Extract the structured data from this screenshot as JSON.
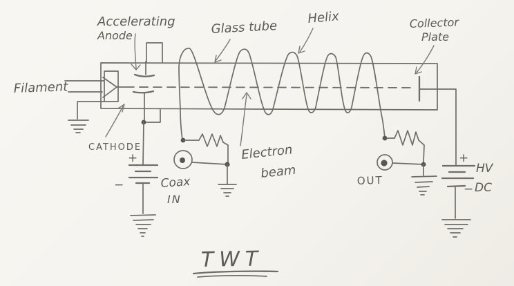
{
  "diagram": {
    "title": "TWT",
    "labels": {
      "accelerating_anode": {
        "line1": "Accelerating",
        "line2": "Anode"
      },
      "glass_tube": "Glass tube",
      "helix": "Helix",
      "collector_plate": {
        "line1": "Collector",
        "line2": "Plate"
      },
      "filament": "Filament",
      "cathode": "CATHODE",
      "electron_beam": {
        "line1": "Electron",
        "line2": "beam"
      },
      "coax_in": {
        "line1": "Coax",
        "line2": "IN"
      },
      "out": "OUT",
      "hv_dc": {
        "line1": "HV",
        "line2": "DC"
      },
      "cathode_battery": {
        "plus": "+",
        "minus": "−"
      },
      "hv_battery": {
        "plus": "+",
        "minus": "−"
      }
    },
    "colors": {
      "paper": "#f6f4ef",
      "pencil": "#6e6d67",
      "text": "#5c5b54"
    }
  }
}
